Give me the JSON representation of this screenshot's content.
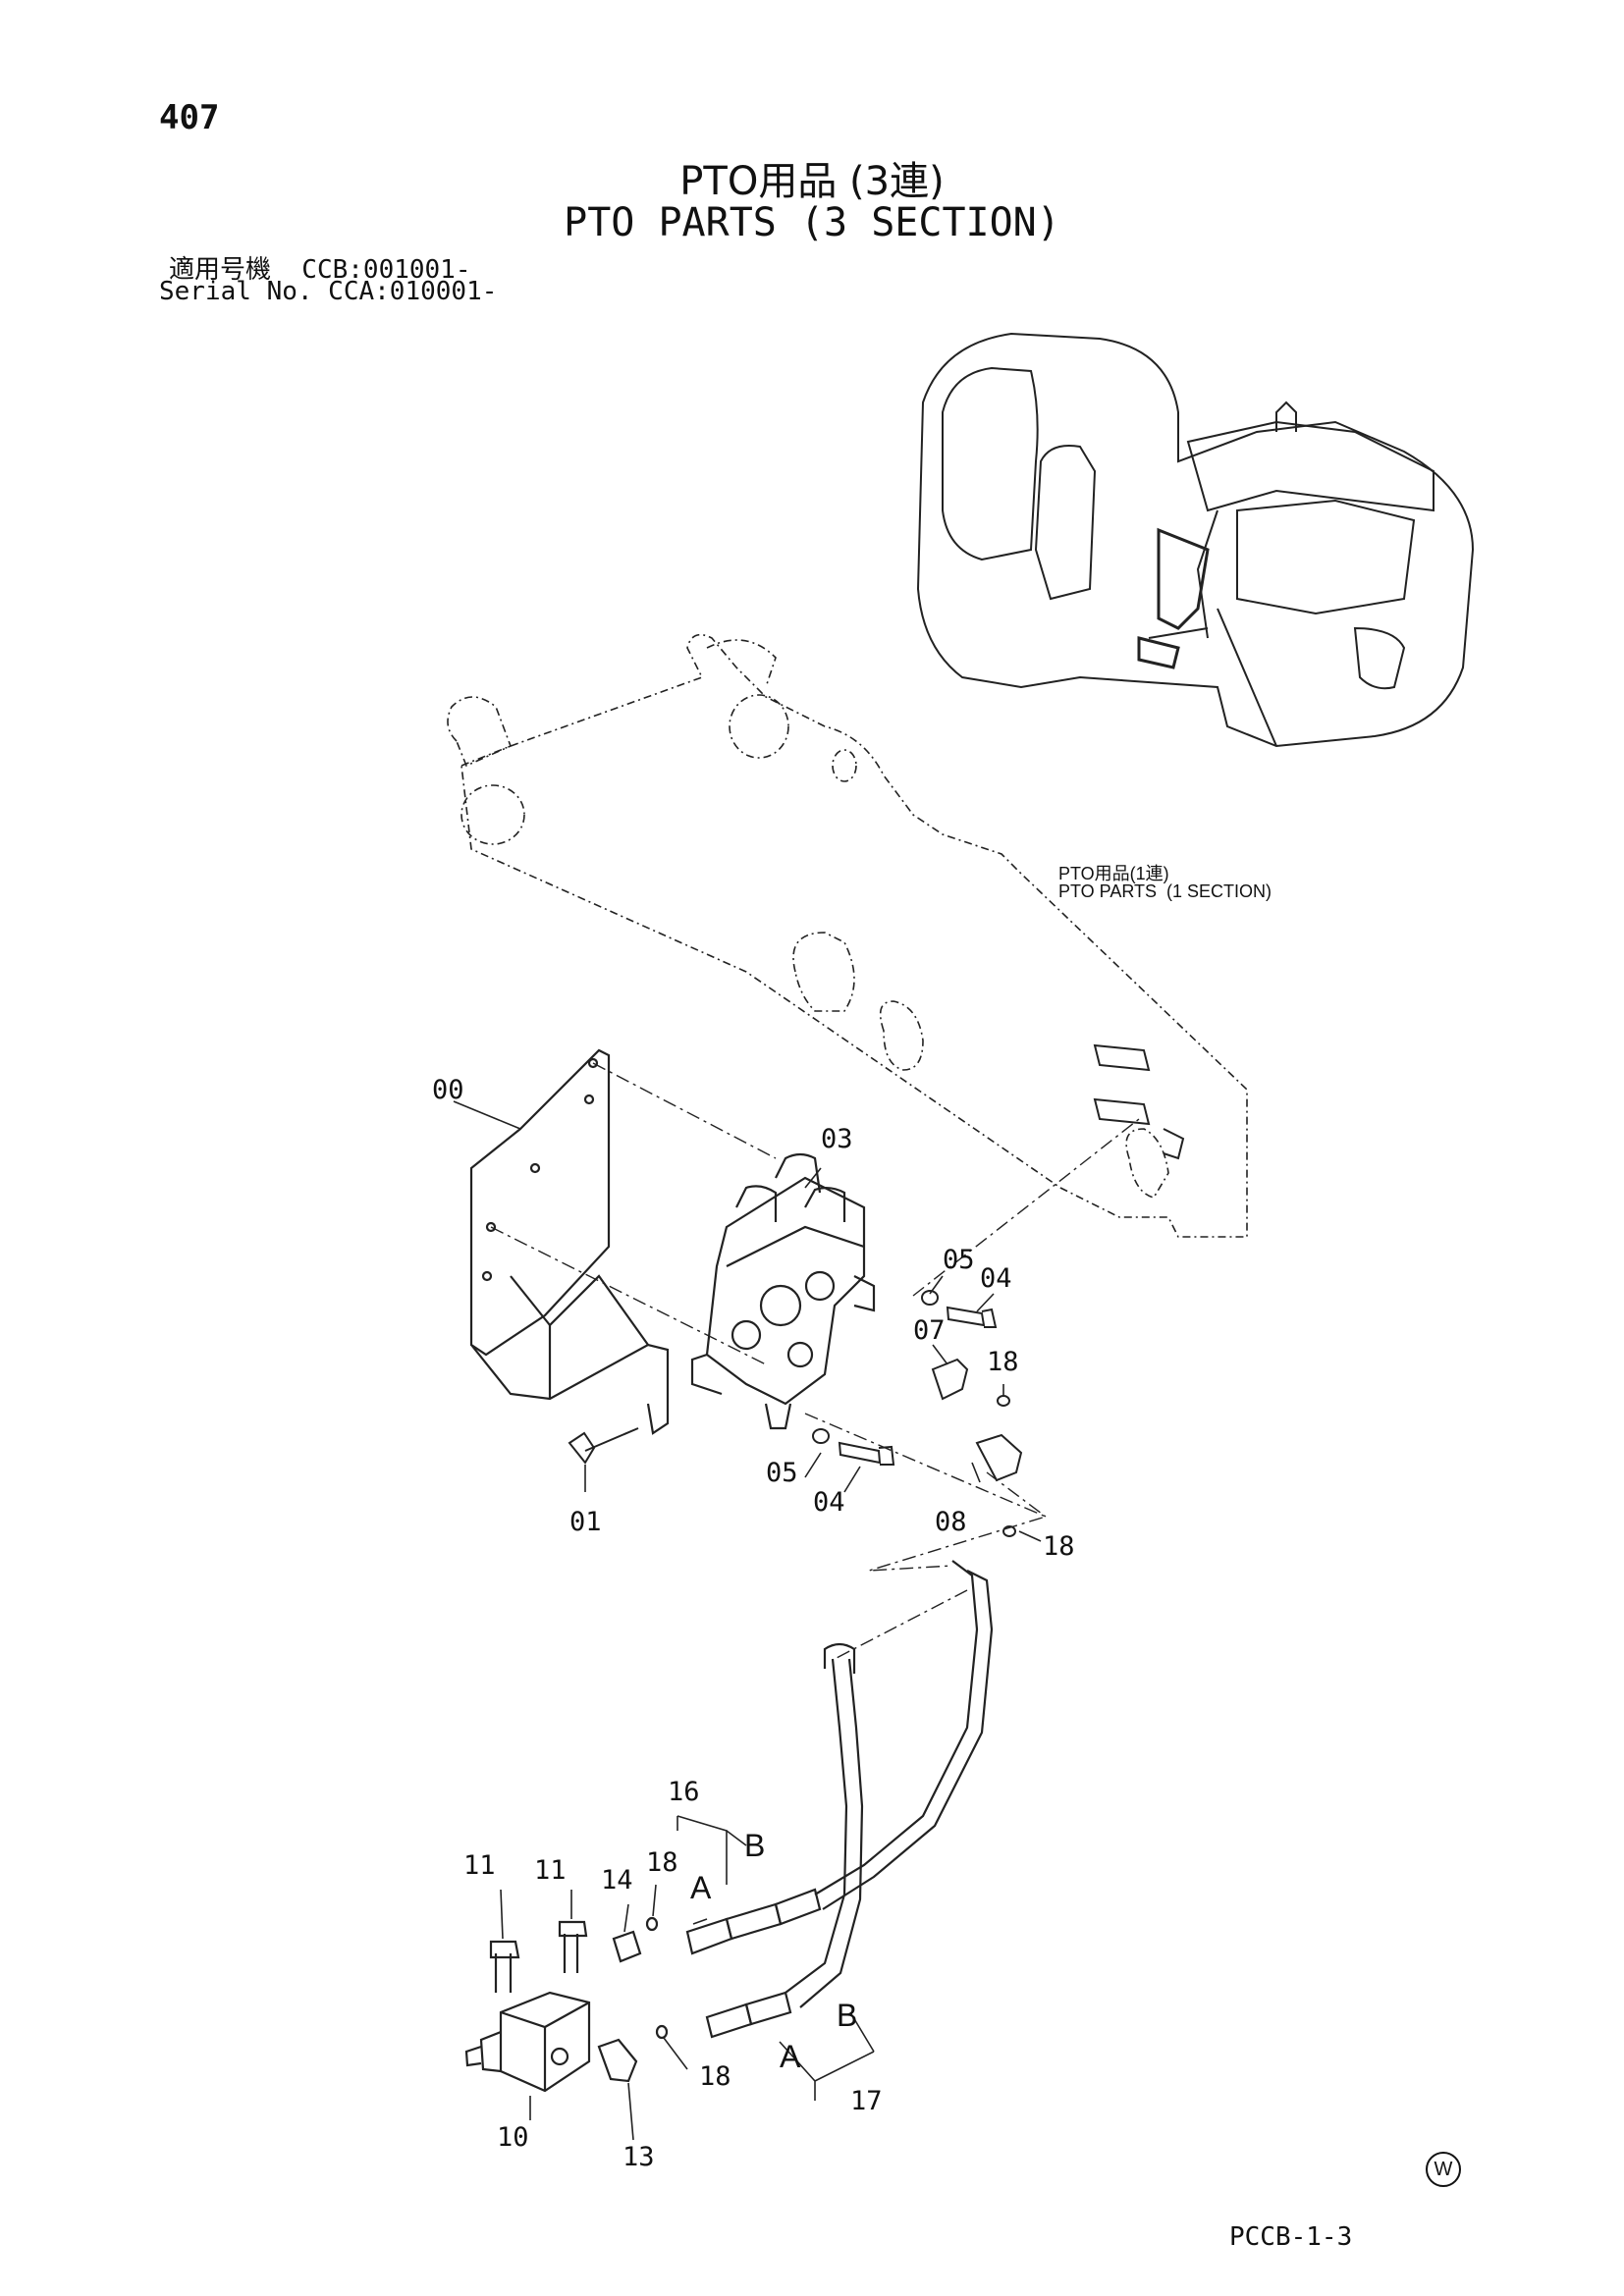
{
  "header": {
    "page_number": "407",
    "title_jp": "PTO用品 (3連)",
    "title_en": "PTO PARTS (3 SECTION)",
    "serial_jp": "適用号機  CCB:001001-",
    "serial_en": "Serial No. CCA:010001-"
  },
  "reference": {
    "title_jp": "PTO用品(1連)",
    "title_en": "PTO PARTS  (1 SECTION)"
  },
  "callouts": {
    "c00": "00",
    "c03": "03",
    "c05a": "05",
    "c04a": "04",
    "c07": "07",
    "c18a": "18",
    "c05b": "05",
    "c04b": "04",
    "c01": "01",
    "c08": "08",
    "c18b": "18",
    "c16": "16",
    "c11a": "11",
    "c11b": "11",
    "c14": "14",
    "c18c": "18",
    "c10": "10",
    "c13": "13",
    "c18d": "18",
    "c17": "17"
  },
  "letters": {
    "b1": "B",
    "a1": "A",
    "b2": "B",
    "a2": "A"
  },
  "footer": {
    "watermark": "W",
    "doc_code": "PCCB-1-3"
  }
}
